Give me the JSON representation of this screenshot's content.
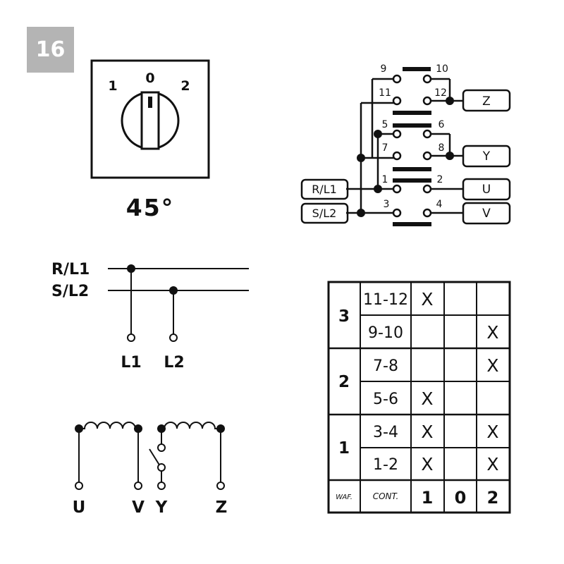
{
  "diagram_number": "16",
  "switch_face": {
    "positions": [
      "1",
      "0",
      "2"
    ],
    "angle": "45°"
  },
  "contacts_diagram": {
    "inputs": [
      "R/L1",
      "S/L2"
    ],
    "outputs": [
      "Z",
      "Y",
      "U",
      "V"
    ],
    "terminals": [
      "9",
      "10",
      "11",
      "12",
      "5",
      "6",
      "7",
      "8",
      "1",
      "2",
      "3",
      "4"
    ]
  },
  "single_line": {
    "supply": [
      "R/L1",
      "S/L2"
    ],
    "taps": [
      "L1",
      "L2"
    ]
  },
  "motor": {
    "terminals": [
      "U",
      "V",
      "Y",
      "Z"
    ]
  },
  "switching_table": {
    "wafers": [
      "3",
      "2",
      "1"
    ],
    "footer": [
      "WAF.",
      "CONT.",
      "1",
      "0",
      "2"
    ],
    "rows": [
      {
        "contact": "11-12",
        "marks": [
          "X",
          "",
          ""
        ]
      },
      {
        "contact": "9-10",
        "marks": [
          "",
          "",
          "X"
        ]
      },
      {
        "contact": "7-8",
        "marks": [
          "",
          "",
          "X"
        ]
      },
      {
        "contact": "5-6",
        "marks": [
          "X",
          "",
          ""
        ]
      },
      {
        "contact": "3-4",
        "marks": [
          "X",
          "",
          "X"
        ]
      },
      {
        "contact": "1-2",
        "marks": [
          "X",
          "",
          "X"
        ]
      }
    ]
  }
}
